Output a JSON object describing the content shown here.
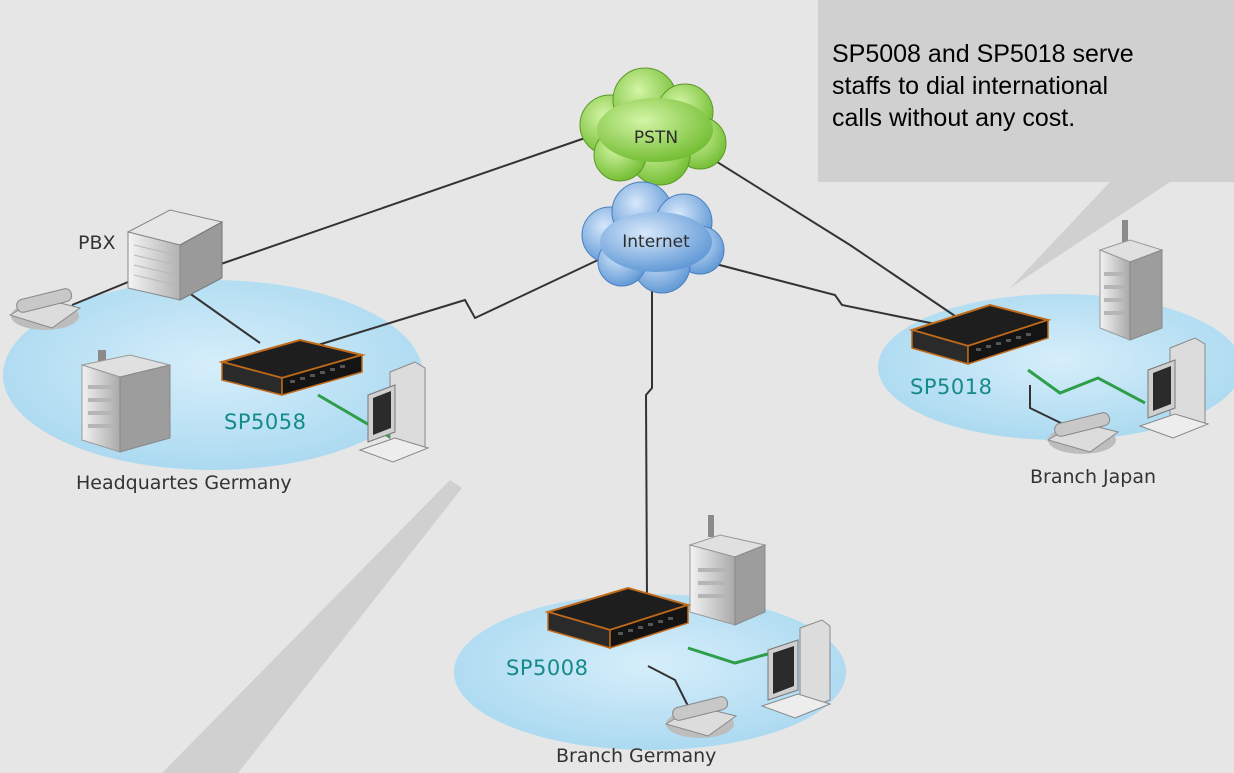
{
  "clouds": {
    "pstn": "PSTN",
    "internet": "Internet"
  },
  "devices": {
    "pbx": "PBX",
    "hq_gateway": "SP5058",
    "japan_gateway": "SP5018",
    "germany_branch_gateway": "SP5008"
  },
  "sites": {
    "headquarters": "Headquartes Germany",
    "branch_japan": "Branch Japan",
    "branch_germany": "Branch Germany"
  },
  "callout": {
    "line1": "SP5008 and SP5018 serve",
    "line2": "staffs to dial international",
    "line3": "calls without any cost."
  },
  "colors": {
    "background": "#e6e6e6",
    "site_ellipse": "#a8d8f0",
    "pstn_cloud": "#8fd14f",
    "internet_cloud": "#7aaee0",
    "model_text": "#158a8a",
    "lan_link": "#2e9e4a",
    "callout_fill": "#d0d0d0"
  }
}
